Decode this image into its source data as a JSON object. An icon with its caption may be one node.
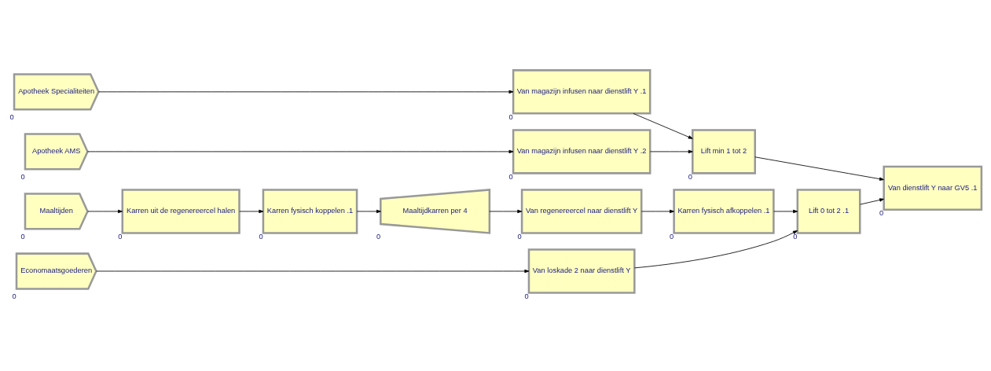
{
  "diagram": {
    "nodes": [
      {
        "text": [
          "Apotheek Specialiteiten"
        ],
        "beside": [
          "0"
        ]
      },
      {
        "text": [
          "Van magazijn infusen naar dienstlift Y .1"
        ],
        "beside": [
          "0"
        ]
      },
      {
        "text": [
          "Lift min 1 tot 2"
        ],
        "beside": [
          "0"
        ]
      },
      {
        "text": [
          "Apotheek AMS"
        ],
        "beside": [
          "0"
        ]
      },
      {
        "text": [
          "Van magazijn infusen naar dienstlift Y .2"
        ],
        "beside": [
          "0"
        ]
      },
      {
        "text": [
          "Van dienstlift Y naar GV5 .1"
        ],
        "beside": [
          "0"
        ]
      },
      {
        "text": [
          "Economaatsgoederen"
        ],
        "beside": [
          "0"
        ]
      },
      {
        "text": [
          "Van loskade 2 naar dienstlift Y"
        ],
        "beside": [
          "0"
        ]
      },
      {
        "text": [
          "Lift 0 tot 2 .1"
        ],
        "beside": [
          "0"
        ]
      },
      {
        "text": [
          "Maaltijden"
        ],
        "beside": [
          "0"
        ]
      },
      {
        "text": [
          "Karren uit de regenereercel halen"
        ],
        "beside": [
          "0"
        ]
      },
      {
        "text": [
          "Karren fysisch koppelen .1"
        ],
        "beside": [
          "0"
        ]
      },
      {
        "text": [
          "Maaltijdkarren per 4"
        ],
        "beside": [
          "0"
        ]
      },
      {
        "text": [
          "Van regenereercel naar dienstlift Y"
        ],
        "beside": [
          "0"
        ]
      },
      {
        "text": [
          "Karren fysisch afkoppelen .1"
        ],
        "beside": [
          "0"
        ]
      }
    ],
    "edges": [
      {
        "from": 0,
        "to": 1,
        "arrow": "to"
      },
      {
        "from": 3,
        "to": 4,
        "arrow": "to"
      },
      {
        "from": 6,
        "to": 7,
        "arrow": "to"
      },
      {
        "from": 9,
        "to": 10,
        "arrow": "to"
      },
      {
        "from": 10,
        "to": 11,
        "arrow": "to"
      },
      {
        "from": 11,
        "to": 12,
        "arrow": "to"
      },
      {
        "from": 12,
        "to": 13,
        "arrow": "to"
      },
      {
        "from": 13,
        "to": 14,
        "arrow": "to"
      },
      {
        "from": 1,
        "to": 2,
        "arrow": "to"
      },
      {
        "from": 4,
        "to": 2,
        "arrow": "to"
      },
      {
        "from": 7,
        "to": 8,
        "arrow": "to"
      },
      {
        "from": 14,
        "to": 8,
        "arrow": "to"
      },
      {
        "from": 2,
        "to": 5,
        "arrow": "to"
      },
      {
        "from": 8,
        "to": 5,
        "arrow": "to"
      }
    ]
  }
}
